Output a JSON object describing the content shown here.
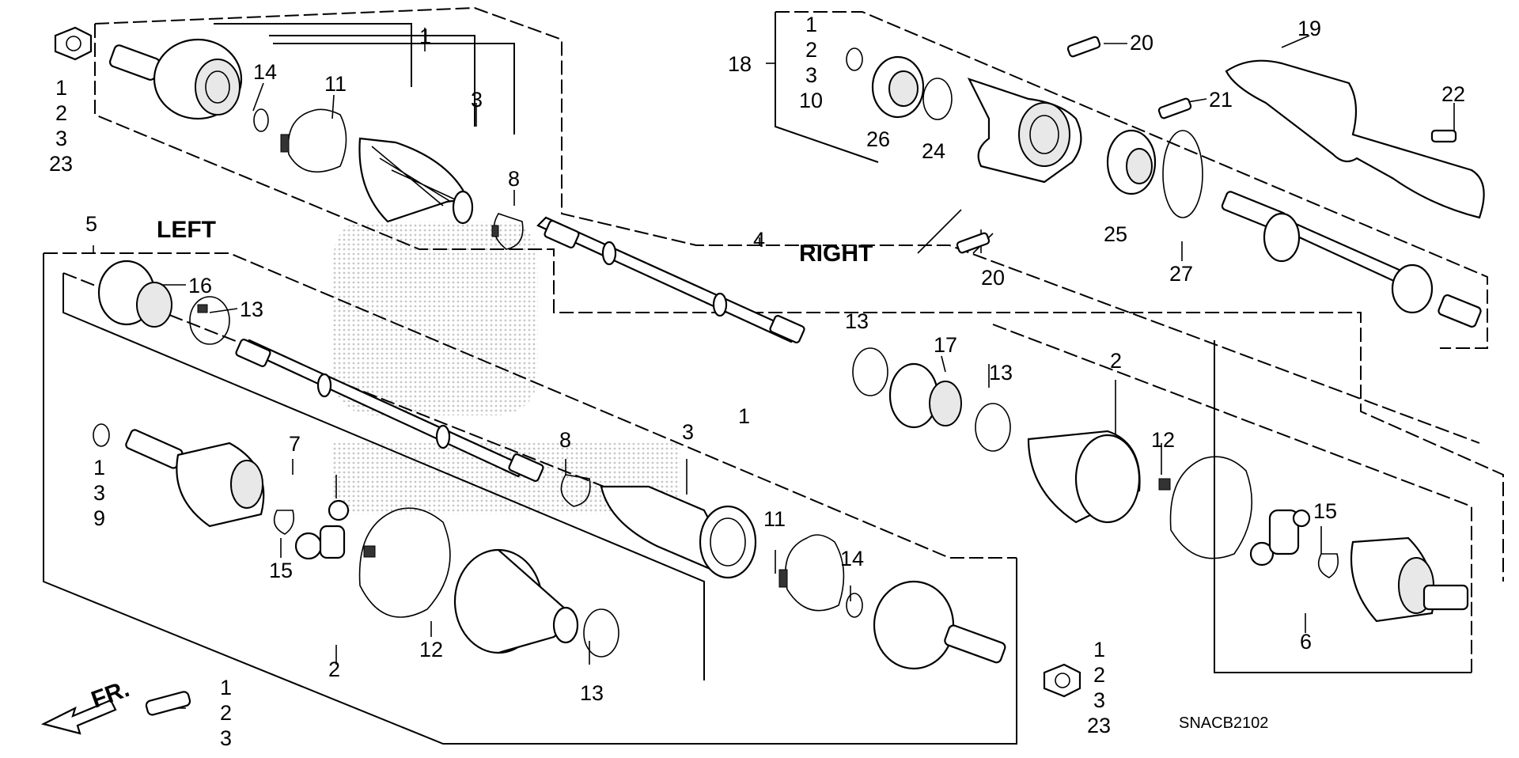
{
  "labels": {
    "left": "LEFT",
    "right": "RIGHT",
    "front": "FR.",
    "code": "SNACB2102"
  },
  "callouts": {
    "nut_tl": [
      "1",
      "2",
      "3",
      "23"
    ],
    "c1_top": "1",
    "c3_top": "3",
    "c14_top": "14",
    "c11_top": "11",
    "c8_top": "8",
    "c5": "5",
    "c16": "16",
    "c13_left": "13",
    "c4": "4",
    "c18": "18",
    "ring_set": [
      "1",
      "2",
      "3",
      "10"
    ],
    "c26": "26",
    "c24": "24",
    "c20_top": "20",
    "c20_bottom": "20",
    "c21": "21",
    "c19": "19",
    "c22": "22",
    "c25": "25",
    "c27": "27",
    "c13_mid": "13",
    "c17": "17",
    "c13_right": "13",
    "c2_right": "2",
    "c12_right": "12",
    "c15_right": "15",
    "c6": "6",
    "c7": "7",
    "c1_3_9": [
      "1",
      "3",
      "9"
    ],
    "c15_left": "15",
    "c2_bottom": "2",
    "c12_bottom": "12",
    "c13_bottom": "13",
    "c8_mid": "8",
    "c3_mid": "3",
    "c1_mid": "1",
    "c11_mid": "11",
    "c14_mid": "14",
    "nut_br": [
      "1",
      "2",
      "3",
      "23"
    ],
    "grease": [
      "1",
      "2",
      "3"
    ]
  }
}
